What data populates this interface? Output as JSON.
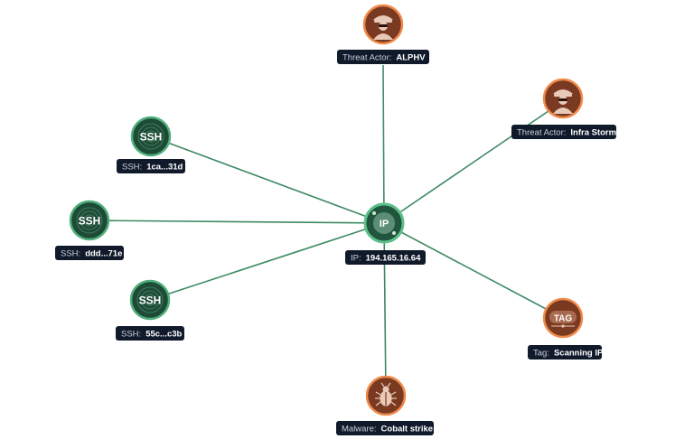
{
  "colors": {
    "edge": "#3f8a64",
    "ssh_fill": "#1e4b35",
    "ssh_ring": "#4fae7a",
    "ip_fill": "#21553d",
    "ip_ring": "#5cc08a",
    "actor_fill": "#7a3a22",
    "actor_ring": "#f08a4b",
    "label_bg": "#101a2b"
  },
  "center": {
    "icon_text": "IP",
    "key": "IP:",
    "value": "194.165.16.64"
  },
  "nodes": [
    {
      "id": "actor-alphv",
      "kind": "threat-actor",
      "icon": "hacker-icon",
      "key": "Threat Actor:",
      "value": "ALPHV"
    },
    {
      "id": "actor-infra-storm",
      "kind": "threat-actor",
      "icon": "hacker-icon",
      "key": "Threat Actor:",
      "value": "Infra Storm"
    },
    {
      "id": "ssh-1ca",
      "kind": "ssh",
      "icon_text": "SSH",
      "icon": "fingerprint-icon",
      "key": "SSH:",
      "value": "1ca...31d"
    },
    {
      "id": "ssh-ddd",
      "kind": "ssh",
      "icon_text": "SSH",
      "icon": "fingerprint-icon",
      "key": "SSH:",
      "value": "ddd...71e"
    },
    {
      "id": "ssh-55c",
      "kind": "ssh",
      "icon_text": "SSH",
      "icon": "fingerprint-icon",
      "key": "SSH:",
      "value": "55c...c3b"
    },
    {
      "id": "tag-scanning",
      "kind": "tag",
      "icon_text": "TAG",
      "icon": "tag-icon",
      "key": "Tag:",
      "value": "Scanning IP"
    },
    {
      "id": "malware-cobalt",
      "kind": "malware",
      "icon": "bug-icon",
      "key": "Malware:",
      "value": "Cobalt strike"
    }
  ]
}
